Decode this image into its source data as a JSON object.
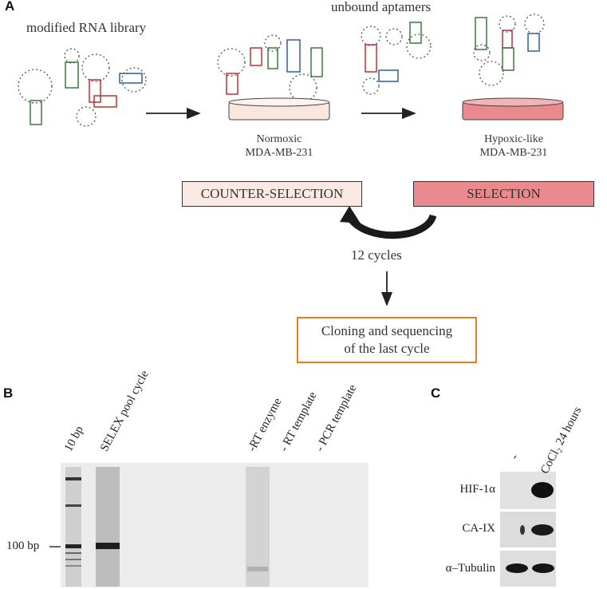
{
  "panel_a": {
    "letter": "A",
    "library_label": "modified RNA library",
    "unbound_label": "unbound aptamers",
    "normoxic_line1": "Normoxic",
    "normoxic_line2": "MDA-MB-231",
    "hypoxic_line1": "Hypoxic-like",
    "hypoxic_line2": "MDA-MB-231",
    "counter_selection": "COUNTER-SELECTION",
    "selection": "SELECTION",
    "cycles": "12 cycles",
    "cloning_line1": "Cloning and sequencing",
    "cloning_line2": "of the last cycle"
  },
  "panel_b": {
    "letter": "B",
    "lanes": [
      "10 bp",
      "SELEX pool cycle",
      "-RT enzyme",
      "- RT template",
      "- PCR template"
    ],
    "marker": "100 bp"
  },
  "panel_c": {
    "letter": "C",
    "lanes": [
      "-",
      "CoCl₂ 24 hours"
    ],
    "rows": [
      "HIF-1α",
      "CA-IX",
      "α–Tubulin"
    ]
  },
  "colors": {
    "normoxic_dish": "#f9e6dc",
    "hypoxic_dish": "#e88a8e",
    "selection_box": "#e88a8e",
    "counter_box": "#fbeae3",
    "cloning_border": "#e87d1e"
  }
}
